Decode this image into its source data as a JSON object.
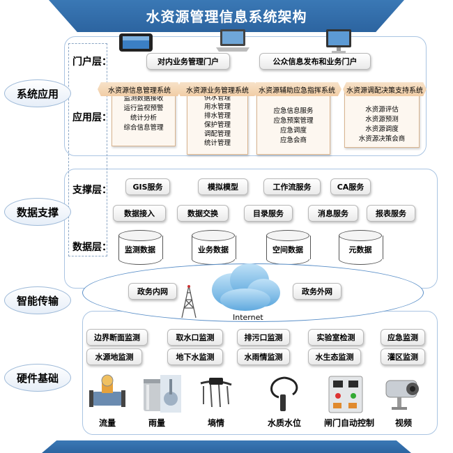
{
  "title": "水资源管理信息系统架构",
  "sections": {
    "system_app": "系统应用",
    "data_support": "数据支撑",
    "smart_transfer": "智能传输",
    "hardware": "硬件基础"
  },
  "layers": {
    "portal": "门户层：",
    "application": "应用层：",
    "support": "支撑层：",
    "data": "数据层："
  },
  "portals": [
    "对内业务管理门户",
    "公众信息发布和业务门户"
  ],
  "systems": [
    {
      "name": "水资源信息管理系统",
      "items": [
        "监测数据接收",
        "运行监视预警",
        "统计分析",
        "综合信息管理"
      ]
    },
    {
      "name": "水资源业务管理系统",
      "items": [
        "供水管理",
        "用水管理",
        "排水管理",
        "保护管理",
        "调配管理",
        "统计管理"
      ]
    },
    {
      "name": "水资源辅助应急指挥系统",
      "items": [
        "应急信息服务",
        "应急预案管理",
        "应急调度",
        "应急会商"
      ]
    },
    {
      "name": "水资源调配决策支持系统",
      "items": [
        "水资源评估",
        "水资源预测",
        "水资源调度",
        "水资源决策会商"
      ]
    }
  ],
  "support_row1": [
    "GIS服务",
    "模拟模型",
    "工作流服务",
    "CA服务"
  ],
  "support_row2": [
    "数据接入",
    "数据交换",
    "目录服务",
    "消息服务",
    "报表服务"
  ],
  "databases": [
    "监测数据",
    "业务数据",
    "空间数据",
    "元数据"
  ],
  "network": {
    "internal": "政务内网",
    "external": "政务外网",
    "internet": "Internet"
  },
  "monitor_row1": [
    "边界断面监测",
    "取水口监测",
    "排污口监测",
    "实验室检测",
    "应急监测"
  ],
  "monitor_row2": [
    "水源地监测",
    "地下水监测",
    "水雨情监测",
    "水生态监测",
    "灌区监测"
  ],
  "devices": [
    "流量",
    "雨量",
    "墒情",
    "水质水位",
    "闸门自动控制",
    "视频"
  ],
  "colors": {
    "accent": "#2c64a0",
    "panel_border": "#a9c4e2",
    "system_banner": "#f1cda6"
  }
}
